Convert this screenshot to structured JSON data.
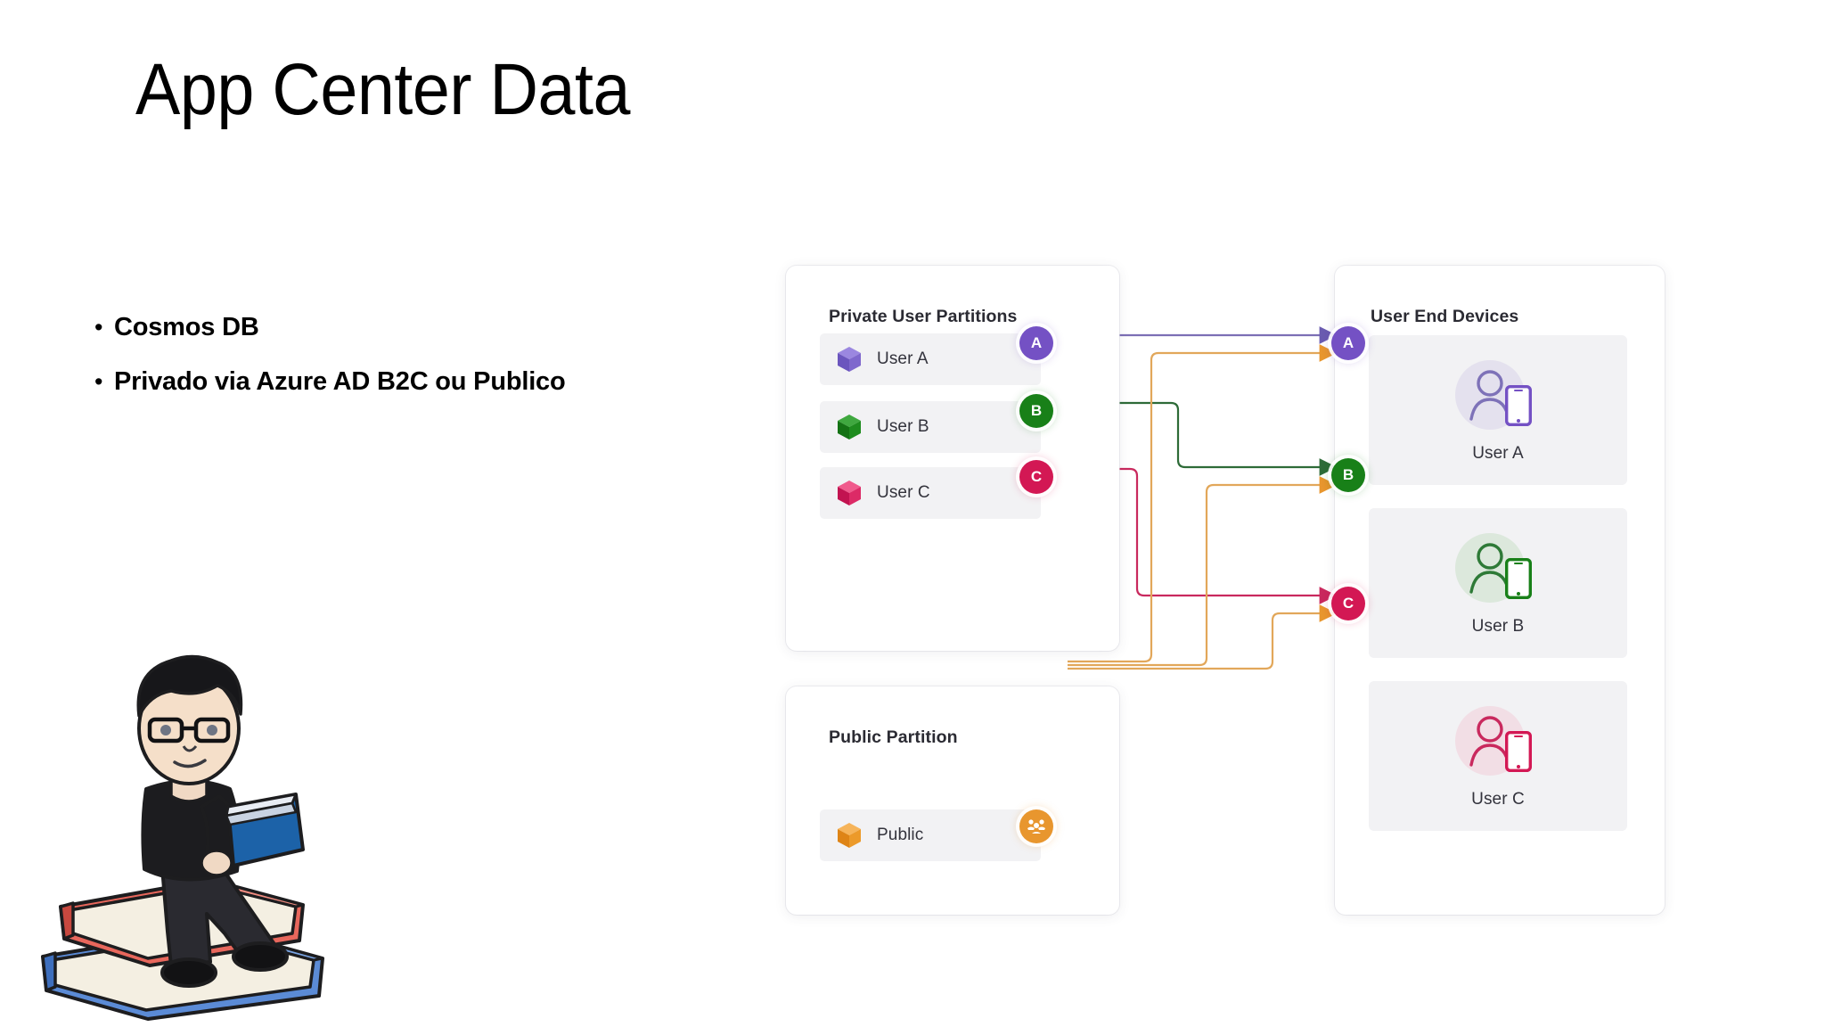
{
  "slide": {
    "title": "App Center Data",
    "bullets": [
      {
        "marker": "•",
        "text": "Cosmos DB"
      },
      {
        "marker": "•",
        "text": "Privado via Azure AD B2C ou Publico"
      }
    ]
  },
  "diagram": {
    "private_panel": {
      "title": "Private User Partitions",
      "rows": [
        {
          "label": "User A",
          "badge": "A",
          "color": "#7451C4",
          "icon": "cube-icon"
        },
        {
          "label": "User B",
          "badge": "B",
          "color": "#188018",
          "icon": "cube-icon"
        },
        {
          "label": "User C",
          "badge": "C",
          "color": "#D31854",
          "icon": "cube-icon"
        }
      ]
    },
    "public_panel": {
      "title": "Public Partition",
      "rows": [
        {
          "label": "Public",
          "badge": "",
          "color": "#E8962E",
          "icon": "cube-icon",
          "badge_icon": "people-group-icon"
        }
      ]
    },
    "devices_panel": {
      "title": "User End Devices",
      "cards": [
        {
          "label": "User A",
          "badge": "A",
          "color": "#7451C4",
          "icon": "person-phone-icon"
        },
        {
          "label": "User B",
          "badge": "B",
          "color": "#188018",
          "icon": "person-phone-icon"
        },
        {
          "label": "User C",
          "badge": "C",
          "color": "#D31854",
          "icon": "person-phone-icon"
        }
      ]
    },
    "connector_colors": {
      "user_a": "#7C6FB5",
      "user_b": "#2E6B38",
      "user_c": "#C9295E",
      "public": "#E2A75A"
    }
  },
  "avatar": {
    "name": "bitmoji-person-reading-on-books",
    "hair_color": "#17171A",
    "sweater_color": "#1C1C1F",
    "book_top_color": "#E8675C",
    "book_bottom_color": "#5B8BD6",
    "held_book_color": "#1C62A8"
  }
}
